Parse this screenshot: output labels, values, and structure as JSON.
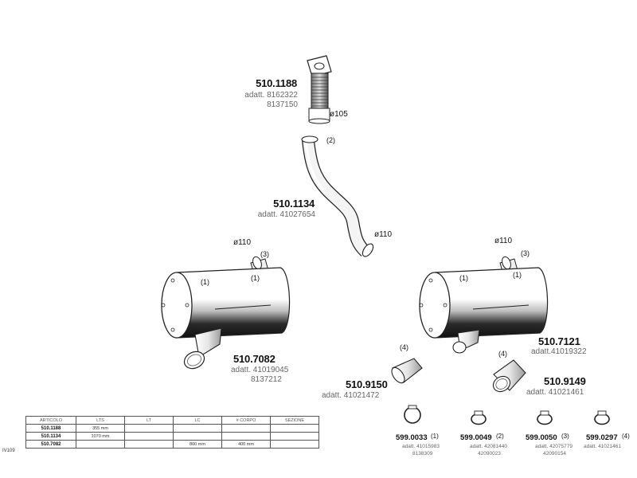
{
  "parts": {
    "p1188": {
      "code": "510.1188",
      "adatt1": "adatt. 8162322",
      "adatt2": "8137150",
      "diameter": "ø105"
    },
    "p1134": {
      "code": "510.1134",
      "adatt": "adatt. 41027654",
      "ref": "(2)",
      "diameter": "ø110"
    },
    "p7082": {
      "code": "510.7082",
      "adatt1": "adatt. 41019045",
      "adatt2": "8137212",
      "diameter": "ø110",
      "ref_a": "(1)",
      "ref_b": "(1)",
      "ref_c": "(3)"
    },
    "p7121": {
      "code": "510.7121",
      "adatt": "adatt.41019322",
      "diameter": "ø110",
      "ref_a": "(1)",
      "ref_b": "(1)",
      "ref_c": "(3)"
    },
    "p9150": {
      "code": "510.9150",
      "adatt": "adatt. 41021472",
      "ref": "(4)"
    },
    "p9149": {
      "code": "510.9149",
      "adatt": "adatt. 41021461",
      "ref": "(4)"
    }
  },
  "clamps": [
    {
      "code": "599.0033",
      "ref": "(1)",
      "adatt1": "adatt. 41015983",
      "adatt2": "8138309"
    },
    {
      "code": "599.0049",
      "ref": "(2)",
      "adatt1": "adatt. 42081440",
      "adatt2": "42090023"
    },
    {
      "code": "599.0050",
      "ref": "(3)",
      "adatt1": "adatt. 42075779",
      "adatt2": "42090154"
    },
    {
      "code": "599.0297",
      "ref": "(4)",
      "adatt1": "adatt. 41021461",
      "adatt2": ""
    }
  ],
  "table": {
    "headers": [
      "ARTICOLO",
      "LTS",
      "LT",
      "LC",
      "# CORPO",
      "SEZIONE"
    ],
    "rows": [
      [
        "510.1188",
        "355 mm",
        "",
        "",
        "",
        ""
      ],
      [
        "510.1134",
        "1070 mm",
        "",
        "",
        "",
        ""
      ],
      [
        "510.7082",
        "",
        "",
        "800 mm",
        "400 mm",
        ""
      ]
    ]
  },
  "diagram_code": "IV109"
}
